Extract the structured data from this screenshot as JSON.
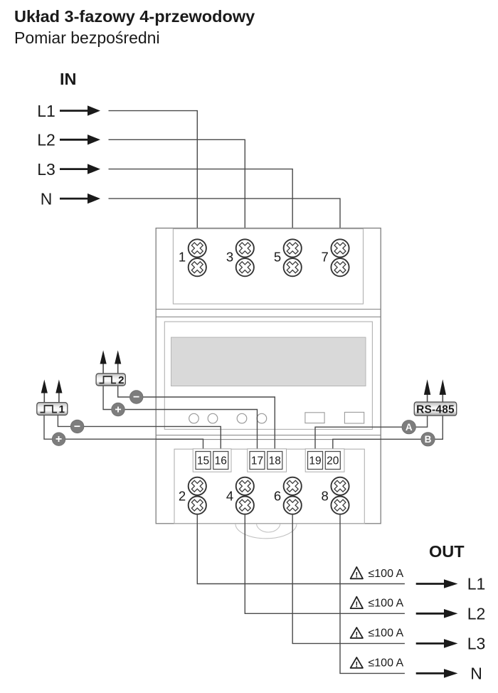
{
  "header": {
    "title": "Układ 3-fazowy 4-przewodowy",
    "subtitle": "Pomiar bezpośredni"
  },
  "in_section": {
    "heading": "IN",
    "lines": [
      {
        "label": "L1"
      },
      {
        "label": "L2"
      },
      {
        "label": "L3"
      },
      {
        "label": "N"
      }
    ]
  },
  "out_section": {
    "heading": "OUT",
    "warning_char": "!",
    "lines": [
      {
        "label": "L1",
        "limit": "≤100 A"
      },
      {
        "label": "L2",
        "limit": "≤100 A"
      },
      {
        "label": "L3",
        "limit": "≤100 A"
      },
      {
        "label": "N",
        "limit": "≤100 A"
      }
    ]
  },
  "meter": {
    "input_terminals": [
      {
        "number": "1"
      },
      {
        "number": "3"
      },
      {
        "number": "5"
      },
      {
        "number": "7"
      }
    ],
    "output_terminals": [
      {
        "number": "2"
      },
      {
        "number": "4"
      },
      {
        "number": "6"
      },
      {
        "number": "8"
      }
    ],
    "aux_terminals": [
      {
        "number": "15"
      },
      {
        "number": "16"
      },
      {
        "number": "17"
      },
      {
        "number": "18"
      },
      {
        "number": "19"
      },
      {
        "number": "20"
      }
    ]
  },
  "pulse_outputs": [
    {
      "label": "1",
      "plus": "+",
      "minus": "−"
    },
    {
      "label": "2",
      "plus": "+",
      "minus": "−"
    }
  ],
  "rs485": {
    "label": "RS-485",
    "line_a": "A",
    "line_b": "B"
  },
  "colors": {
    "background": "#ffffff",
    "text": "#1a1a1a",
    "wire": "#4a4a4a",
    "arrow": "#1a1a1a",
    "outline": "#7f7f7f",
    "inner_outline": "#b0b0b0",
    "display_fill": "#d9d9d9",
    "badge_fill": "#7d7d7d",
    "badge_text": "#ffffff"
  }
}
